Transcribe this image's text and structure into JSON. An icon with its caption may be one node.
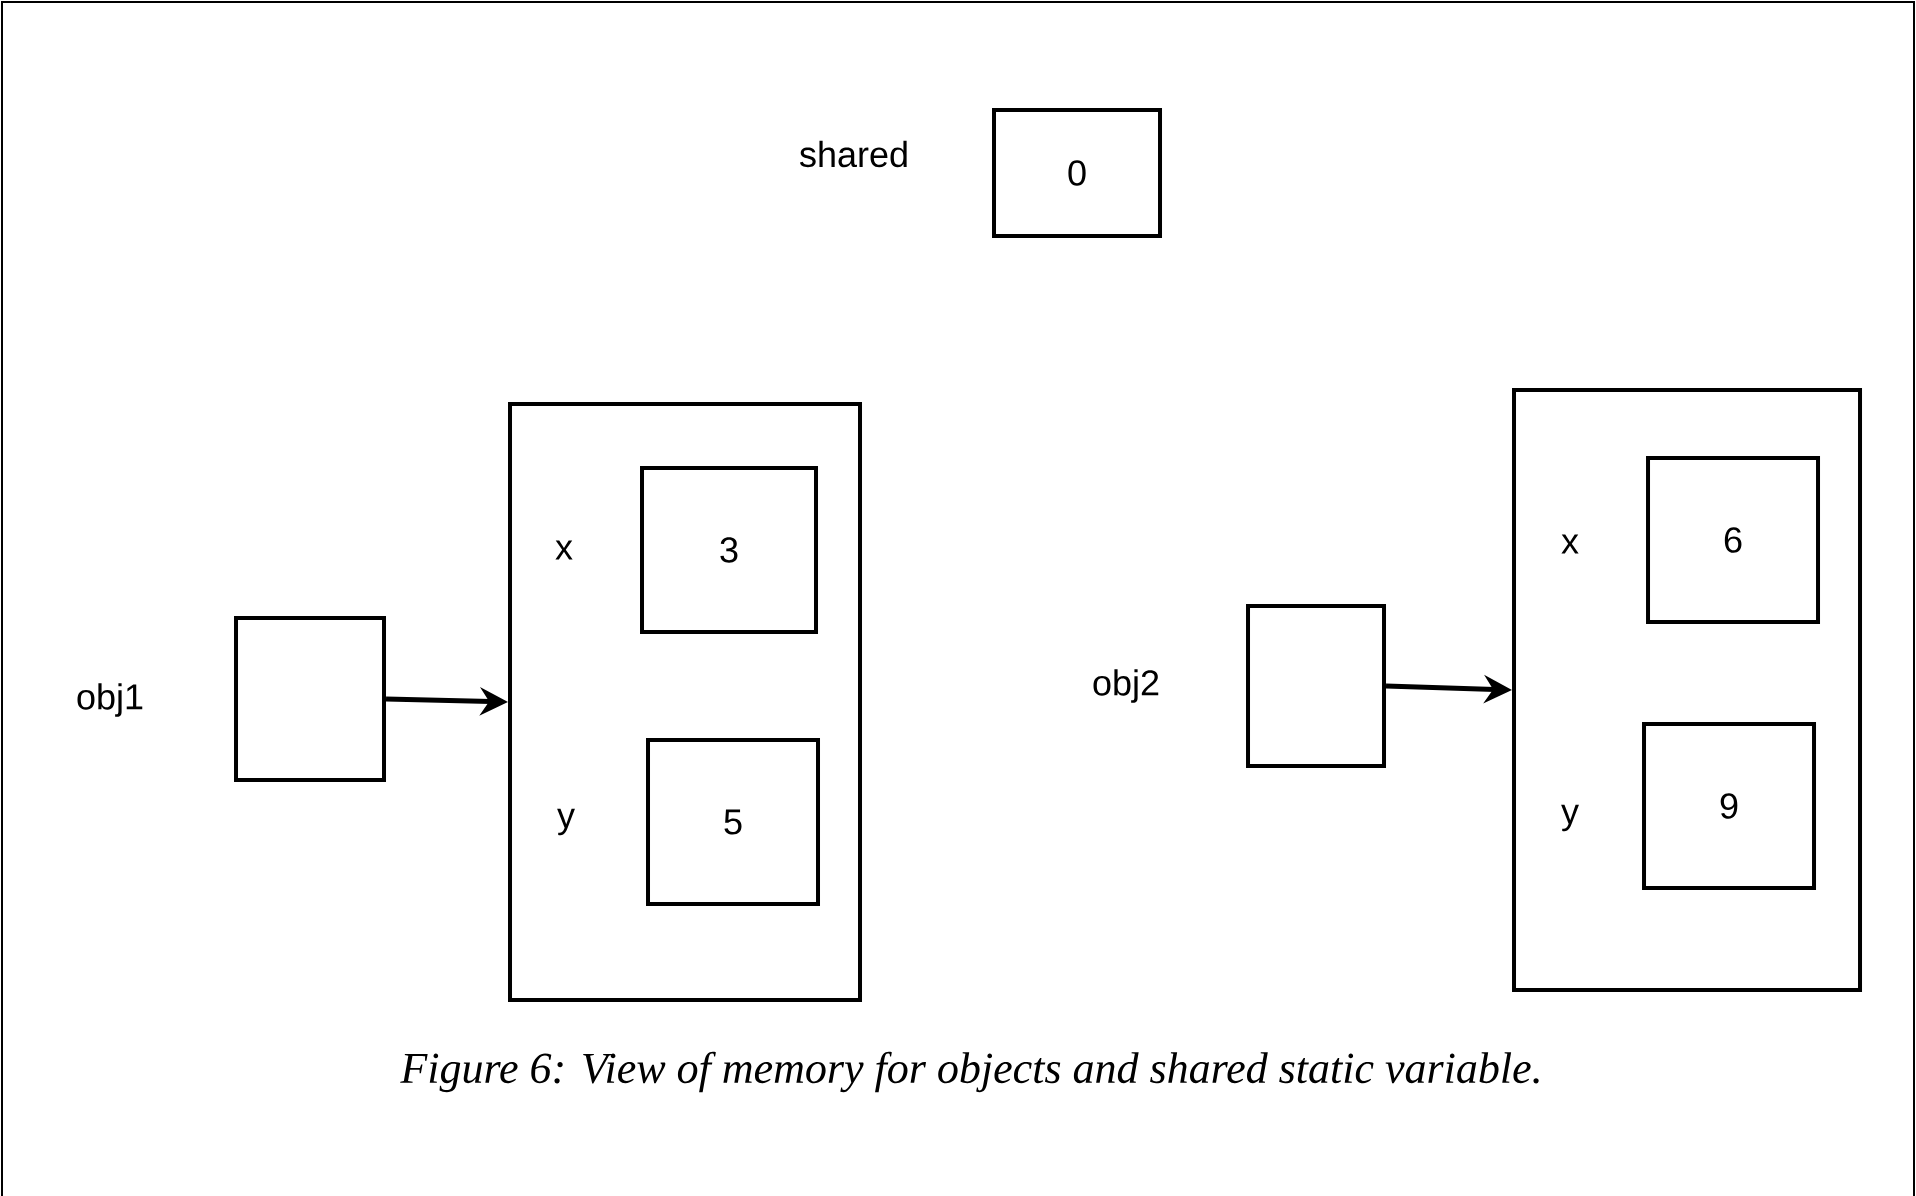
{
  "diagram": {
    "caption": "Figure 6: View of memory for objects and shared static variable.",
    "nodes": [
      {
        "text": [
          "0"
        ],
        "beside": [
          "shared"
        ]
      },
      {
        "text": [],
        "shape": "box",
        "beside": [
          "obj1"
        ]
      },
      {
        "text": [],
        "shape": "box"
      },
      {
        "text": [
          "3"
        ],
        "in": 2,
        "beside": [
          "x"
        ]
      },
      {
        "text": [
          "5"
        ],
        "in": 2,
        "beside": [
          "y"
        ]
      },
      {
        "text": [],
        "shape": "box",
        "beside": [
          "obj2"
        ]
      },
      {
        "text": [],
        "shape": "box"
      },
      {
        "text": [
          "6"
        ],
        "in": 6,
        "beside": [
          "x"
        ]
      },
      {
        "text": [
          "9"
        ],
        "in": 6,
        "beside": [
          "y"
        ]
      }
    ],
    "edges": [
      {
        "from": 1,
        "to": 2,
        "arrow": "to"
      },
      {
        "from": 5,
        "to": 6,
        "arrow": "to"
      }
    ]
  }
}
